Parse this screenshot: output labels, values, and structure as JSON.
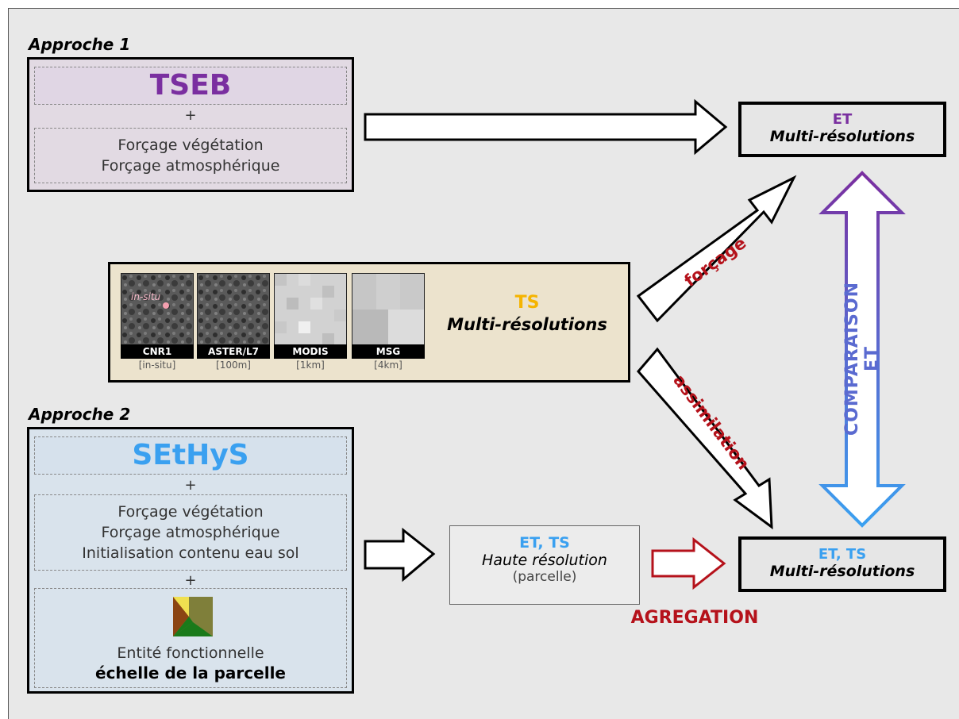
{
  "approach1": {
    "label": "Approche 1",
    "model": "TSEB",
    "plus": "+",
    "lines": [
      "Forçage végétation",
      "Forçage atmosphérique"
    ]
  },
  "approach2": {
    "label": "Approche 2",
    "model": "SEtHyS",
    "plus1": "+",
    "lines": [
      "Forçage végétation",
      "Forçage atmosphérique",
      "Initialisation contenu eau sol"
    ],
    "plus2": "+",
    "entity_line": "Entité fonctionnelle",
    "entity_bold": "échelle de la parcelle"
  },
  "ts_panel": {
    "insitu_label": "in-situ",
    "sensors": [
      {
        "name": "CNR1",
        "res": "[in-situ]"
      },
      {
        "name": "ASTER/L7",
        "res": "[100m]"
      },
      {
        "name": "MODIS",
        "res": "[1km]"
      },
      {
        "name": "MSG",
        "res": "[4km]"
      }
    ],
    "title": "TS",
    "subtitle": "Multi-résolutions"
  },
  "out_top": {
    "title": "ET",
    "subtitle": "Multi-résolutions"
  },
  "out_bottom": {
    "title": "ET, TS",
    "subtitle": "Multi-résolutions"
  },
  "mid_box": {
    "title": "ET, TS",
    "subtitle": "Haute résolution",
    "note": "(parcelle)"
  },
  "arrows": {
    "forcage": "forçage",
    "assimilation": "assimilation",
    "comparaison": "COMPARAISON ET",
    "agregation": "AGREGATION"
  },
  "colors": {
    "tseb": "#7a2fa0",
    "sethys": "#3aa0f0",
    "ts": "#f5b400",
    "red": "#b5121b",
    "panel_tseb": "#e2dae3",
    "panel_sethys": "#d9e3ec",
    "panel_ts": "#ece3cd"
  }
}
